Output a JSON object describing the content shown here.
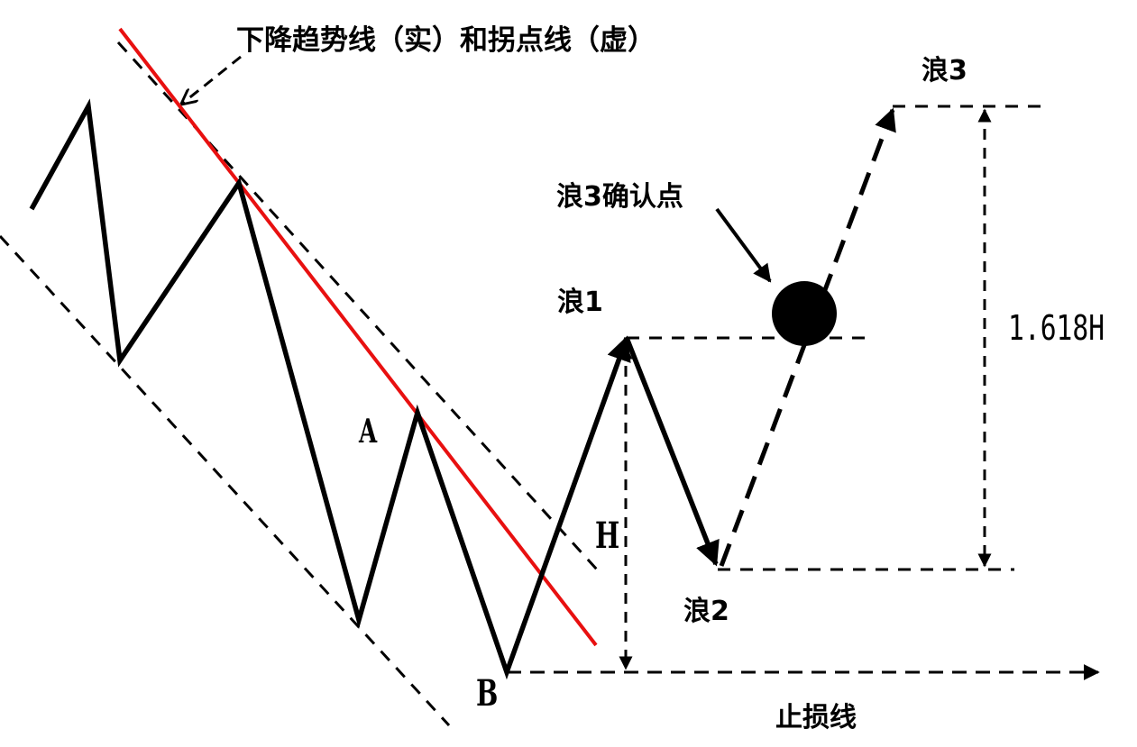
{
  "labels": {
    "title": "下降趋势线（实）和拐点线（虚）",
    "wave3": "浪3",
    "wave3_confirm": "浪3确认点",
    "wave1": "浪1",
    "wave2": "浪2",
    "point_a": "A",
    "point_b": "B",
    "height_h": "H",
    "height_ratio": "1.618H",
    "stop_loss": "止损线"
  },
  "colors": {
    "price_line": "#000000",
    "trend_line": "#e81010",
    "guide_line": "#000000",
    "confirm_dot": "#000000",
    "background": "#ffffff"
  }
}
